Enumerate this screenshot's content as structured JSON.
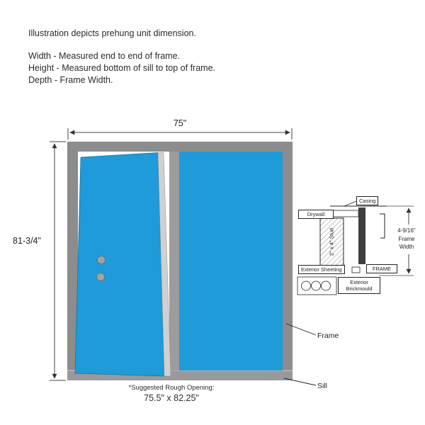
{
  "header": {
    "title": "Illustration depicts prehung unit dimension.",
    "lines": [
      "Width - Measured end to end of frame.",
      "Height - Measured bottom of sill to top of frame.",
      "Depth - Frame Width."
    ]
  },
  "dimensions": {
    "width": "75\"",
    "height": "81-3/4\"",
    "frame_width": "4-9/16\"",
    "frame_width_line2": "Frame",
    "frame_width_line3": "Width"
  },
  "rough_opening": {
    "label": "*Suggested Rough Opening:",
    "value": "75.5\" x 82.25\""
  },
  "cross_section": {
    "casing": "Casing",
    "drywall": "Drywall",
    "stud": "2\" x 4\" Stud",
    "exterior_sheeting": "Exterior Sheeting",
    "frame": "FRAME",
    "brickmould_line1": "Exterior",
    "brickmould_line2": "Brickmould"
  },
  "callouts": {
    "frame": "Frame",
    "sill": "Sill"
  },
  "colors": {
    "door_blue": "#1e9bd8",
    "frame_gray": "#8c8c8c"
  }
}
